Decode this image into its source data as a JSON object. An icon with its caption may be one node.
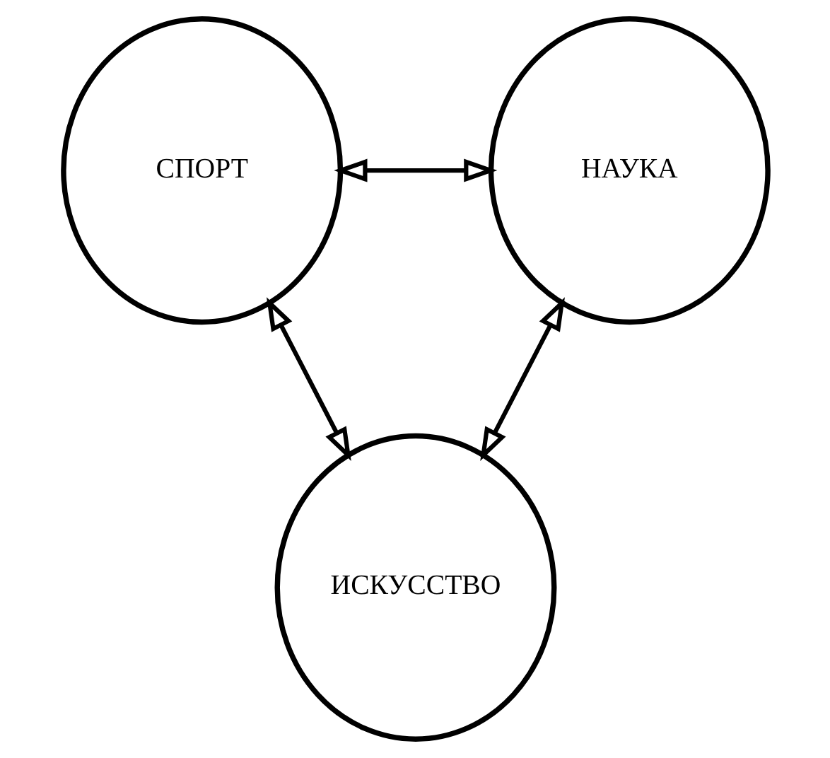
{
  "diagram": {
    "nodes": [
      {
        "text": [
          "СПОРТ"
        ]
      },
      {
        "text": [
          "НАУКА"
        ]
      },
      {
        "text": [
          "ИСКУССТВО"
        ]
      }
    ],
    "edges": [
      {
        "from": 0,
        "to": 1,
        "arrow": "both"
      },
      {
        "from": 0,
        "to": 2,
        "arrow": "both"
      },
      {
        "from": 1,
        "to": 2,
        "arrow": "both"
      }
    ]
  }
}
